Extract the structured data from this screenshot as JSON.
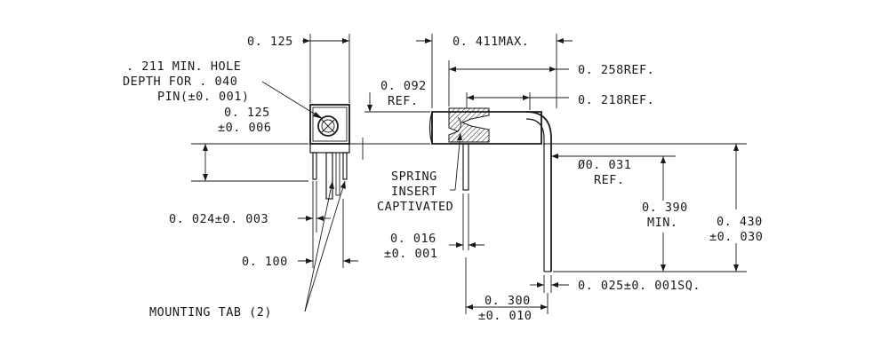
{
  "labels": {
    "width_0125": "0. 125",
    "hole_line1": ". 211 MIN. HOLE",
    "hole_line2": "DEPTH FOR . 040",
    "hole_line3": "PIN(±0. 001)",
    "height_0125_line1": "0. 125",
    "height_0125_line2": "±0. 006",
    "pin_0024": "0. 024±0. 003",
    "pitch_0100": "0. 100",
    "mounting_tab": "MOUNTING TAB (2)",
    "max_0411": "0. 411MAX.",
    "ref_0258": "0. 258REF.",
    "ref_0218": "0. 218REF.",
    "ref_0092_line1": "0. 092",
    "ref_0092_line2": "REF.",
    "spring_line1": "SPRING",
    "spring_line2": "INSERT",
    "spring_line3": "CAPTIVATED",
    "dia_0031_line1": "Ø0. 031",
    "dia_0031_line2": "REF.",
    "len_0390_line1": "0. 390",
    "len_0390_line2": "MIN.",
    "len_0430_line1": "0. 430",
    "len_0430_line2": "±0. 030",
    "pin_0016_line1": "0. 016",
    "pin_0016_line2": "±0. 001",
    "sq_0025": "0. 025±0. 001SQ.",
    "off_0300_line1": "0. 300",
    "off_0300_line2": "±0. 010"
  }
}
